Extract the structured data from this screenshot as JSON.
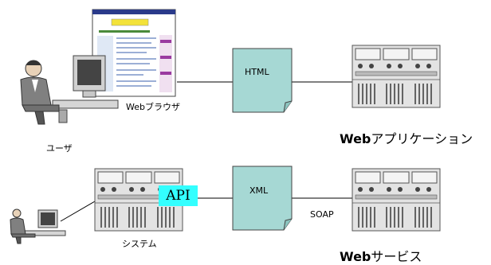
{
  "labels": {
    "browser": "Webブラウザ",
    "user": "ユーザ",
    "webapp_bold": "Web",
    "webapp_rest": "アプリケーション",
    "system": "システム",
    "webservice_bold": "Web",
    "webservice_rest": "サービス",
    "api": "API",
    "soap": "SOAP",
    "html_doc": "HTML",
    "xml_doc": "XML"
  },
  "colors": {
    "document_fill": "#a6d8d4",
    "api_fill": "#33ffff",
    "server_fill": "#e3e3e3"
  }
}
